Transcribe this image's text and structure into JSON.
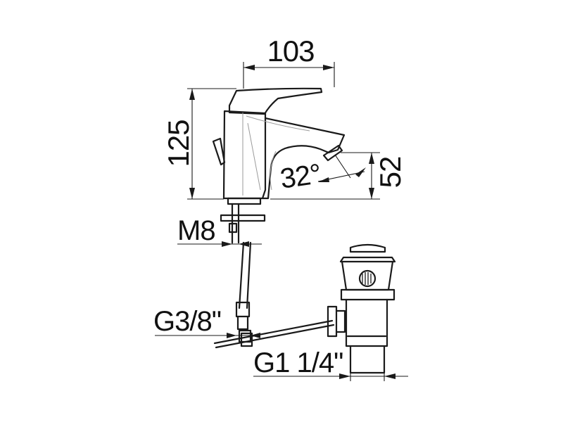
{
  "drawing": {
    "dimensions": {
      "width": "103",
      "height": "125",
      "spout_height": "52",
      "spout_angle": "32°",
      "rod_thread": "M8",
      "supply_thread": "G3/8\"",
      "waste_thread": "G1 1/4\""
    }
  }
}
